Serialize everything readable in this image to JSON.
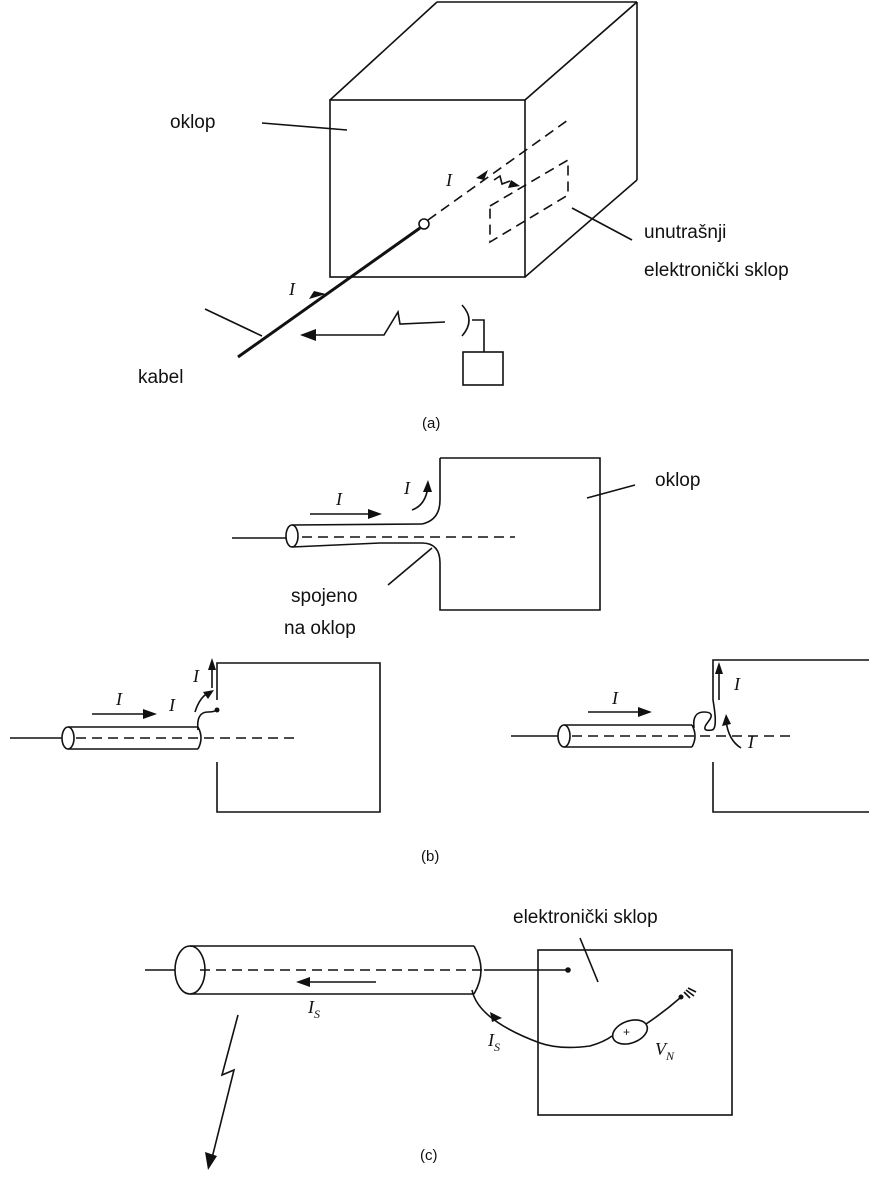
{
  "panel_a": {
    "shield_label": "oklop",
    "circuit_label_line1": "unutrašnji",
    "circuit_label_line2": "elektronički sklop",
    "cable_label": "kabel",
    "current_symbol": "I",
    "caption": "(a)"
  },
  "panel_b": {
    "shield_label": "oklop",
    "connection_label_line1": "spojeno",
    "connection_label_line2": "na oklop",
    "current_symbol": "I",
    "caption": "(b)"
  },
  "panel_c": {
    "circuit_label": "elektronički sklop",
    "current_symbol": "I",
    "current_subscript": "S",
    "voltage_symbol": "V",
    "voltage_subscript": "N",
    "caption": "(c)"
  }
}
